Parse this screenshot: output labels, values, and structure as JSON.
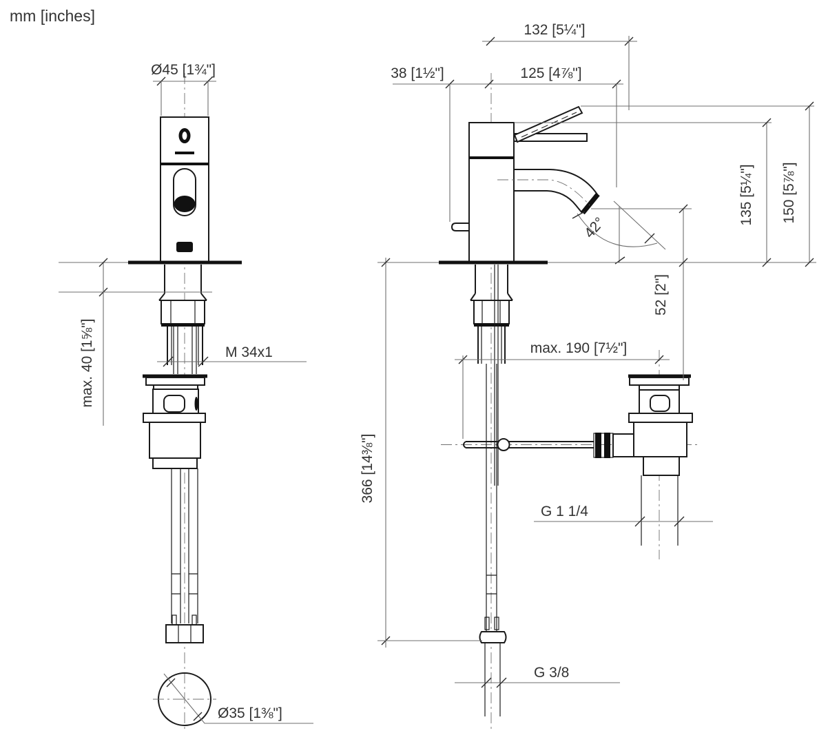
{
  "title": {
    "units_label": "mm [inches]"
  },
  "colors": {
    "background": "#ffffff",
    "outline": "#1a1a1a",
    "dimension_line": "#6e6e6e",
    "text": "#333333"
  },
  "drawing": {
    "type": "technical-dimension-drawing",
    "subject": "single-lever basin faucet with pop-up waste, front and side views",
    "front_view": {
      "spout_escutcheon_diameter": "Ø45 [1¾\"]",
      "mounting_thread": "M 34x1",
      "max_deck_thickness": "max. 40 [1⅝\"]",
      "mounting_hole_diameter": "Ø35 [1⅜\"]"
    },
    "side_view": {
      "lever_reach": "132 [5¼\"]",
      "lever_offset": "38 [1½\"]",
      "spout_projection": "125 [4⅞\"]",
      "body_height": "135 [5¼\"]",
      "total_height": "150 [5⅞\"]",
      "spout_angle": "42°",
      "outlet_height": "52 [2\"]",
      "popup_rod_reach": "max. 190 [7½\"]",
      "supply_length": "366 [14⅜\"]",
      "drain_thread": "G 1 1/4",
      "supply_thread": "G 3/8"
    }
  }
}
